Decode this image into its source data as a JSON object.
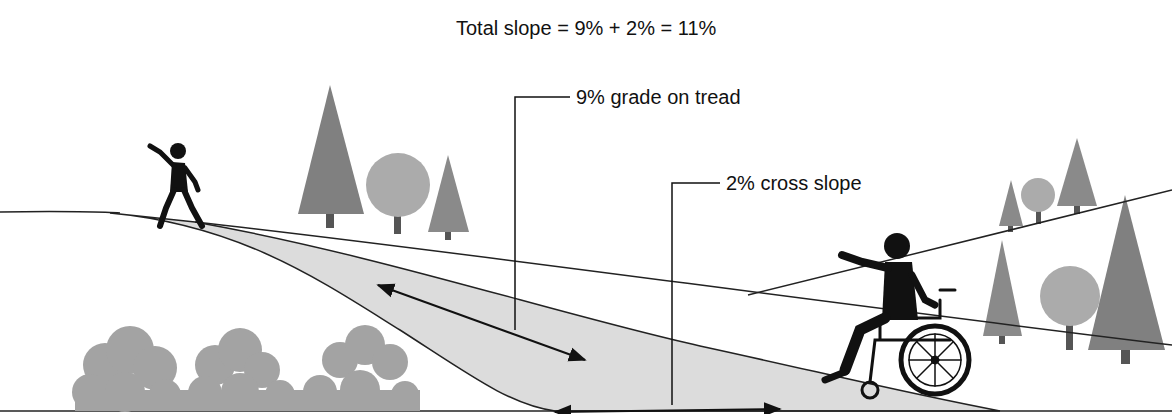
{
  "diagram": {
    "title": "Total slope = 9% + 2% = 11%",
    "labels": [
      "9% grade on tread",
      "2% cross slope"
    ]
  }
}
